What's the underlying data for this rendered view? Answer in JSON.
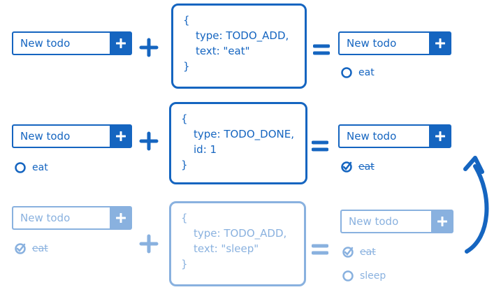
{
  "rows": [
    {
      "id": "row1",
      "input_placeholder": "New todo",
      "state_before": [],
      "action": {
        "open": "{",
        "type_line": "type:  TODO_ADD,",
        "payload_line": "text:  \"eat\"",
        "close": "}"
      },
      "state_after_input_placeholder": "New todo",
      "state_after": [
        {
          "text": "eat",
          "done": false
        }
      ]
    },
    {
      "id": "row2",
      "input_placeholder": "New todo",
      "state_before": [
        {
          "text": "eat",
          "done": false
        }
      ],
      "action": {
        "open": "{",
        "type_line": "type:  TODO_DONE,",
        "payload_line": "id:  1",
        "close": "}"
      },
      "state_after_input_placeholder": "New todo",
      "state_after": [
        {
          "text": "eat",
          "done": true
        }
      ]
    },
    {
      "id": "row3",
      "input_placeholder": "New todo",
      "state_before": [
        {
          "text": "eat",
          "done": true
        }
      ],
      "action": {
        "open": "{",
        "type_line": "type:  TODO_ADD,",
        "payload_line": "text:  \"sleep\"",
        "close": "}"
      },
      "state_after_input_placeholder": "New todo",
      "state_after": [
        {
          "text": "eat",
          "done": true
        },
        {
          "text": "sleep",
          "done": false
        }
      ]
    }
  ],
  "colors": {
    "primary": "#1565c0"
  }
}
